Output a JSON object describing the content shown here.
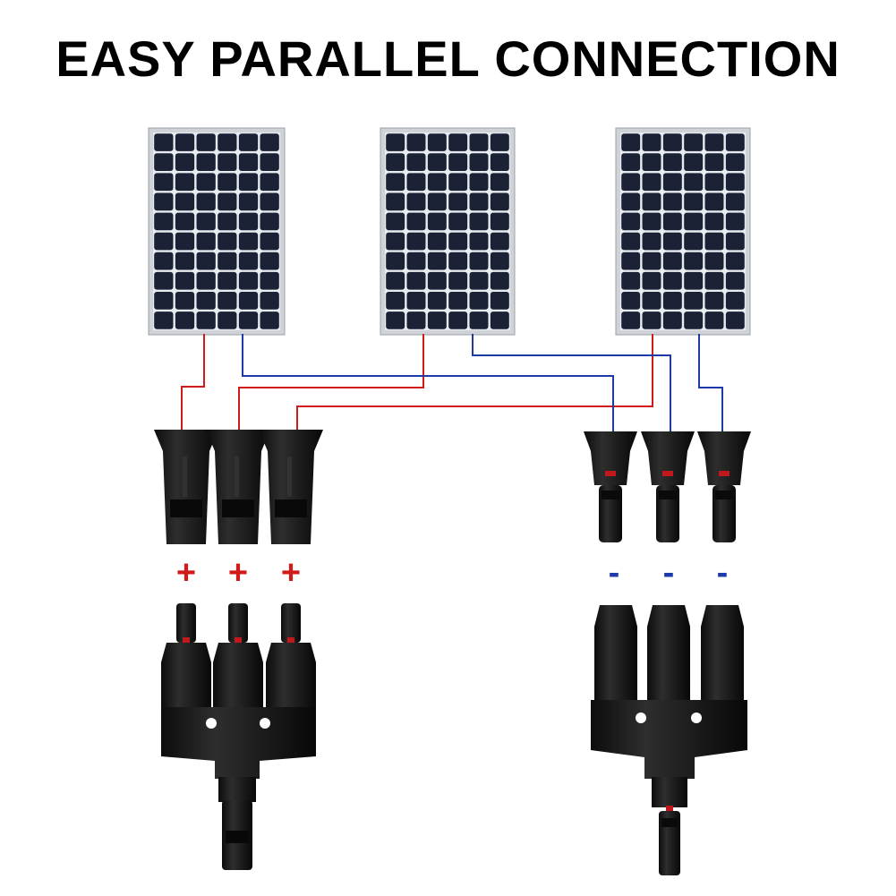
{
  "title": "EASY PARALLEL CONNECTION",
  "colors": {
    "positive": "#d11a1a",
    "negative": "#1c3aa8",
    "panel_cell": "#1b2236",
    "panel_frame": "#cfd3d8",
    "connector": "#1a1a1a"
  },
  "panels": [
    {
      "name": "solar-panel-1",
      "rows": 10,
      "cols": 6
    },
    {
      "name": "solar-panel-2",
      "rows": 10,
      "cols": 6
    },
    {
      "name": "solar-panel-3",
      "rows": 10,
      "cols": 6
    }
  ],
  "signs": {
    "positive": [
      "+",
      "+",
      "+"
    ],
    "negative": [
      "-",
      "-",
      "-"
    ]
  }
}
